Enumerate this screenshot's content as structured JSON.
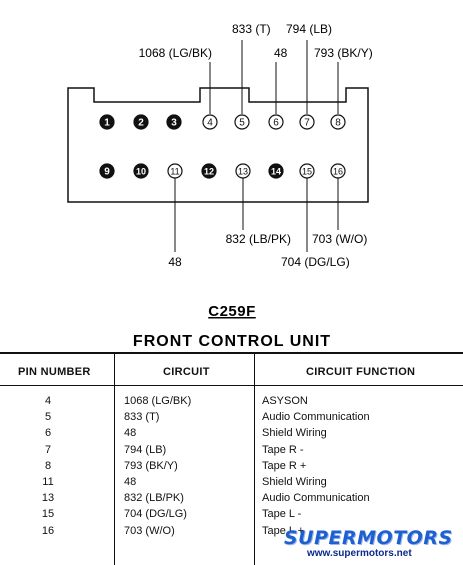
{
  "connector": {
    "top_pins": [
      {
        "num": "1",
        "filled": true
      },
      {
        "num": "2",
        "filled": true
      },
      {
        "num": "3",
        "filled": true
      },
      {
        "num": "4",
        "filled": false
      },
      {
        "num": "5",
        "filled": false
      },
      {
        "num": "6",
        "filled": false
      },
      {
        "num": "7",
        "filled": false
      },
      {
        "num": "8",
        "filled": false
      }
    ],
    "bottom_pins": [
      {
        "num": "9",
        "filled": true
      },
      {
        "num": "10",
        "filled": true
      },
      {
        "num": "11",
        "filled": false
      },
      {
        "num": "12",
        "filled": true
      },
      {
        "num": "13",
        "filled": false
      },
      {
        "num": "14",
        "filled": true
      },
      {
        "num": "15",
        "filled": false
      },
      {
        "num": "16",
        "filled": false
      }
    ],
    "labels": {
      "pin4": "1068 (LG/BK)",
      "pin5": "833 (T)",
      "pin6": "48",
      "pin7": "794 (LB)",
      "pin8": "793 (BK/Y)",
      "pin11": "48",
      "pin13": "832 (LB/PK)",
      "pin15": "704 (DG/LG)",
      "pin16": "703 (W/O)"
    }
  },
  "title": {
    "code": "C259F",
    "name": "FRONT CONTROL UNIT"
  },
  "table": {
    "headers": [
      "PIN NUMBER",
      "CIRCUIT",
      "CIRCUIT FUNCTION"
    ],
    "rows": [
      {
        "pin": "4",
        "circuit": "1068 (LG/BK)",
        "function": "ASYSON"
      },
      {
        "pin": "5",
        "circuit": "833 (T)",
        "function": "Audio Communication"
      },
      {
        "pin": "6",
        "circuit": "48",
        "function": "Shield Wiring"
      },
      {
        "pin": "7",
        "circuit": "794 (LB)",
        "function": "Tape R -"
      },
      {
        "pin": "8",
        "circuit": "793 (BK/Y)",
        "function": "Tape R +"
      },
      {
        "pin": "11",
        "circuit": "48",
        "function": "Shield Wiring"
      },
      {
        "pin": "13",
        "circuit": "832 (LB/PK)",
        "function": "Audio Communication"
      },
      {
        "pin": "15",
        "circuit": "704 (DG/LG)",
        "function": "Tape L -"
      },
      {
        "pin": "16",
        "circuit": "703 (W/O)",
        "function": "Tape L +"
      }
    ]
  },
  "watermark": {
    "logo": "SUPERMOTORS",
    "url": "www.supermotors.net"
  }
}
